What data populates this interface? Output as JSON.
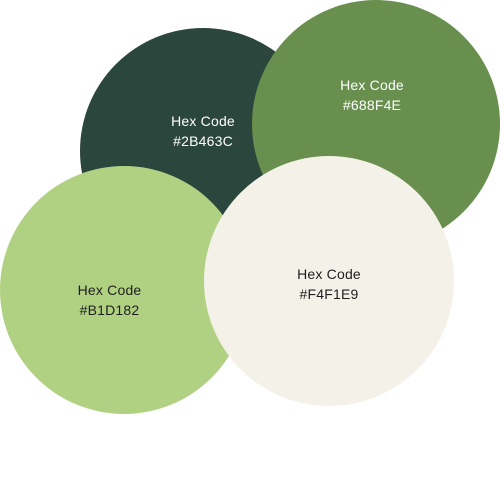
{
  "swatches": [
    {
      "label": "Hex Code",
      "code": "#2B463C",
      "color": "#2B463C",
      "text_color": "#FFFFFF"
    },
    {
      "label": "Hex Code",
      "code": "#688F4E",
      "color": "#688F4E",
      "text_color": "#FFFFFF"
    },
    {
      "label": "Hex Code",
      "code": "#B1D182",
      "color": "#B1D182",
      "text_color": "#1E1E1E"
    },
    {
      "label": "Hex Code",
      "code": "#F4F1E9",
      "color": "#F4F1E9",
      "text_color": "#1E1E1E"
    }
  ]
}
